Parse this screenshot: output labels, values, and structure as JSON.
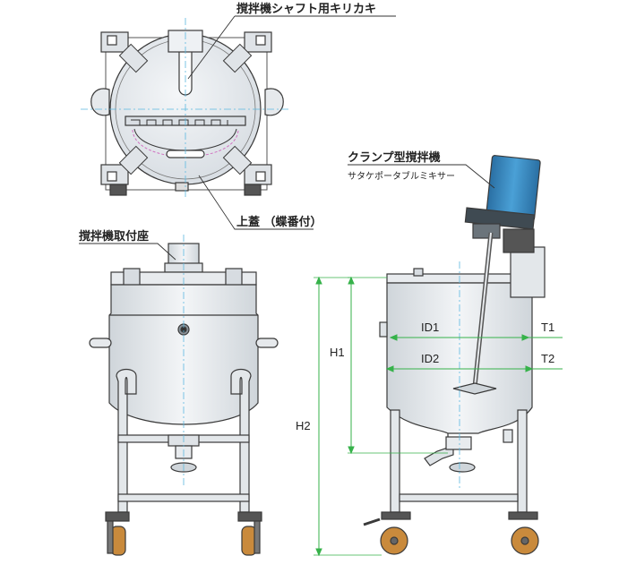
{
  "labels": {
    "shaft_cutout": "撹拌機シャフト用キリカキ",
    "lid": "上蓋 （蝶番付）",
    "mixer_seat": "撹拌機取付座",
    "clamp_mixer": "クランプ型撹拌機",
    "mixer_brand": "サタケポータブルミキサー"
  },
  "dimensions": {
    "id1": "ID1",
    "id2": "ID2",
    "t1": "T1",
    "t2": "T2",
    "h1": "H1",
    "h2": "H2"
  },
  "colors": {
    "steel_light": "#e6e9ec",
    "steel_mid": "#c9cfd5",
    "outline": "#3a3a3a",
    "center_line": "#5bb8e0",
    "dimension": "#36b24a",
    "motor": "#3a8fc6",
    "wheel": "#c98a3c",
    "gasket": "#d070c0"
  }
}
